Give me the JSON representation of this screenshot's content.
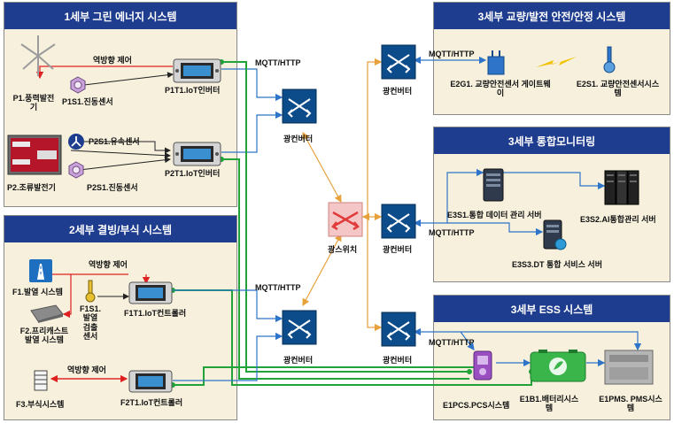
{
  "panels": {
    "p1": {
      "title": "1세부 그린 에너지 시스템"
    },
    "p2": {
      "title": "2세부 결빙/부식 시스템"
    },
    "p3a": {
      "title": "3세부 교량/발전 안전/안정 시스템"
    },
    "p3b": {
      "title": "3세부 통합모니터링"
    },
    "p3c": {
      "title": "3세부 ESS 시스템"
    }
  },
  "labels": {
    "p1_wind": "P1.풍력발전\n기",
    "p1_vib": "P1S1.진동센서",
    "p1_inv": "P1T1.IoT인버터",
    "p1_reverse": "역방향 제어",
    "p2_tidal": "P2.조류발전기",
    "p2_flow": "P2S1.유속센서",
    "p2_vib": "P2S1.진동센서",
    "p2_inv": "P2T1.IoT인버터",
    "f1_sys": "F1.발열 시스템",
    "f1_sensor": "F1S1.\n발열\n검출\n센서",
    "f1_ctrl": "F1T1.IoT컨트롤러",
    "f2_sys": "F2.프리캐스트\n발열 시스템",
    "f3_sys": "F3.부식시스템",
    "f2t1_ctrl": "F2T1.IoT컨트롤러",
    "f_reverse1": "역방향 제어",
    "f_reverse2": "역방향 제어",
    "e2g1": "E2G1. 교량안전센서 게이트웨\n이",
    "e2s1": "E2S1. 교량안전센서시스\n템",
    "e3s1": "E3S1.통합 데이터 관리 서버",
    "e3s2": "E3S2.AI통합관리 서버",
    "e3s3": "E3S3.DT 통합 서비스 서버",
    "e1pcs": "E1PCS.PCS시스템",
    "e1b1": "E1B1.배터리시스\n템",
    "e1pms": "E1PMS. PMS시스\n템",
    "conv": "광컨버터",
    "switch": "광스위치",
    "mqtt": "MQTT/HTTP"
  },
  "colors": {
    "header": "#1f3d8f",
    "panel": "#f6f0dd",
    "green": "#22a33a",
    "blue": "#2e74c8",
    "orange": "#e6a13a",
    "red": "#e02020",
    "device": "#0d4c8a"
  }
}
